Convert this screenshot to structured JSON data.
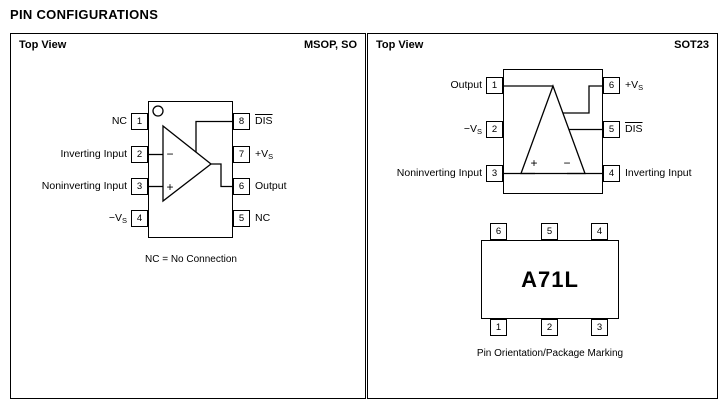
{
  "page": {
    "title": "PIN CONFIGURATIONS"
  },
  "msop": {
    "top_view": "Top View",
    "package": "MSOP, SO",
    "left_pins": [
      {
        "number": "1",
        "label": "NC"
      },
      {
        "number": "2",
        "label": "Inverting Input"
      },
      {
        "number": "3",
        "label": "Noninverting Input"
      },
      {
        "number": "4",
        "label": "−V",
        "label_sub": "S"
      }
    ],
    "right_pins": [
      {
        "number": "8",
        "label": "DIS"
      },
      {
        "number": "7",
        "label": "+V",
        "label_sub": "S"
      },
      {
        "number": "6",
        "label": "Output"
      },
      {
        "number": "5",
        "label": "NC"
      }
    ],
    "opamp": {
      "inverting_sign": "−",
      "noninverting_sign": "+"
    },
    "note": "NC = No Connection"
  },
  "sot23": {
    "top_view": "Top View",
    "package": "SOT23",
    "left_pins": [
      {
        "number": "1",
        "label": "Output"
      },
      {
        "number": "2",
        "label": "−V",
        "label_sub": "S"
      },
      {
        "number": "3",
        "label": "Noninverting Input"
      }
    ],
    "right_pins": [
      {
        "number": "6",
        "label": "+V",
        "label_sub": "S"
      },
      {
        "number": "5",
        "label": "DIS"
      },
      {
        "number": "4",
        "label": "Inverting Input"
      }
    ],
    "opamp": {
      "noninverting_sign": "+",
      "inverting_sign": "−"
    },
    "marking": {
      "text": "A71L",
      "top_pins": [
        "6",
        "5",
        "4"
      ],
      "bottom_pins": [
        "1",
        "2",
        "3"
      ],
      "caption": "Pin Orientation/Package Marking"
    }
  }
}
